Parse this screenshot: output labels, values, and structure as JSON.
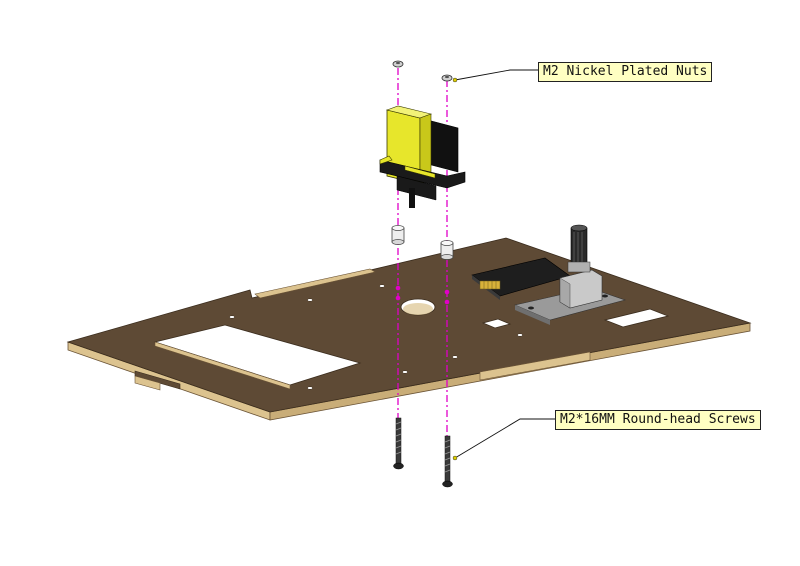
{
  "callouts": {
    "nuts": "M2 Nickel Plated Nuts",
    "screws": "M2*16MM Round-head Screws"
  },
  "colors": {
    "board_top": "#5e4a35",
    "board_edge": "#dcc38f",
    "servo_body": "#e7e62b",
    "guide_line": "#e000c8",
    "callout_fill": "#ffffc2"
  },
  "icons": {
    "nut": "hex-nut",
    "screw": "round-head-screw",
    "standoff": "spacer",
    "servo": "servo-motor",
    "module": "knob-module"
  }
}
